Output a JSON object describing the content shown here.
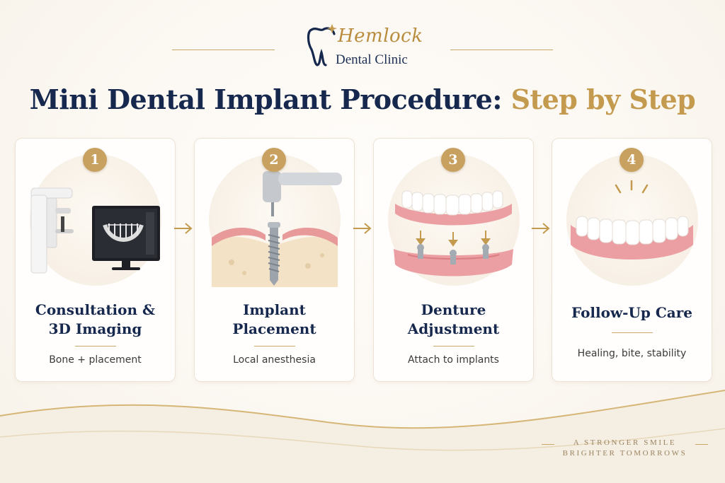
{
  "brand": {
    "name": "Hemlock",
    "subtitle": "Dental Clinic",
    "gold": "#c39a4e",
    "navy": "#16284d"
  },
  "title": {
    "main": "Mini Dental Implant Procedure:",
    "accent": "Step by Step"
  },
  "steps": [
    {
      "number": "1",
      "title_line1": "Consultation &",
      "title_line2": "3D Imaging",
      "description": "Bone + placement",
      "icon": "ct-scanner-icon"
    },
    {
      "number": "2",
      "title_line1": "Implant",
      "title_line2": "Placement",
      "description": "Local anesthesia",
      "icon": "implant-drill-icon"
    },
    {
      "number": "3",
      "title_line1": "Denture",
      "title_line2": "Adjustment",
      "description": "Attach to implants",
      "icon": "denture-attach-icon"
    },
    {
      "number": "4",
      "title_line1": "Follow-Up Care",
      "title_line2": "",
      "description": "Healing, bite, stability",
      "icon": "smile-teeth-icon"
    }
  ],
  "footer": {
    "tagline_line1": "A STRONGER SMILE",
    "tagline_line2": "BRIGHTER TOMORROWS"
  }
}
